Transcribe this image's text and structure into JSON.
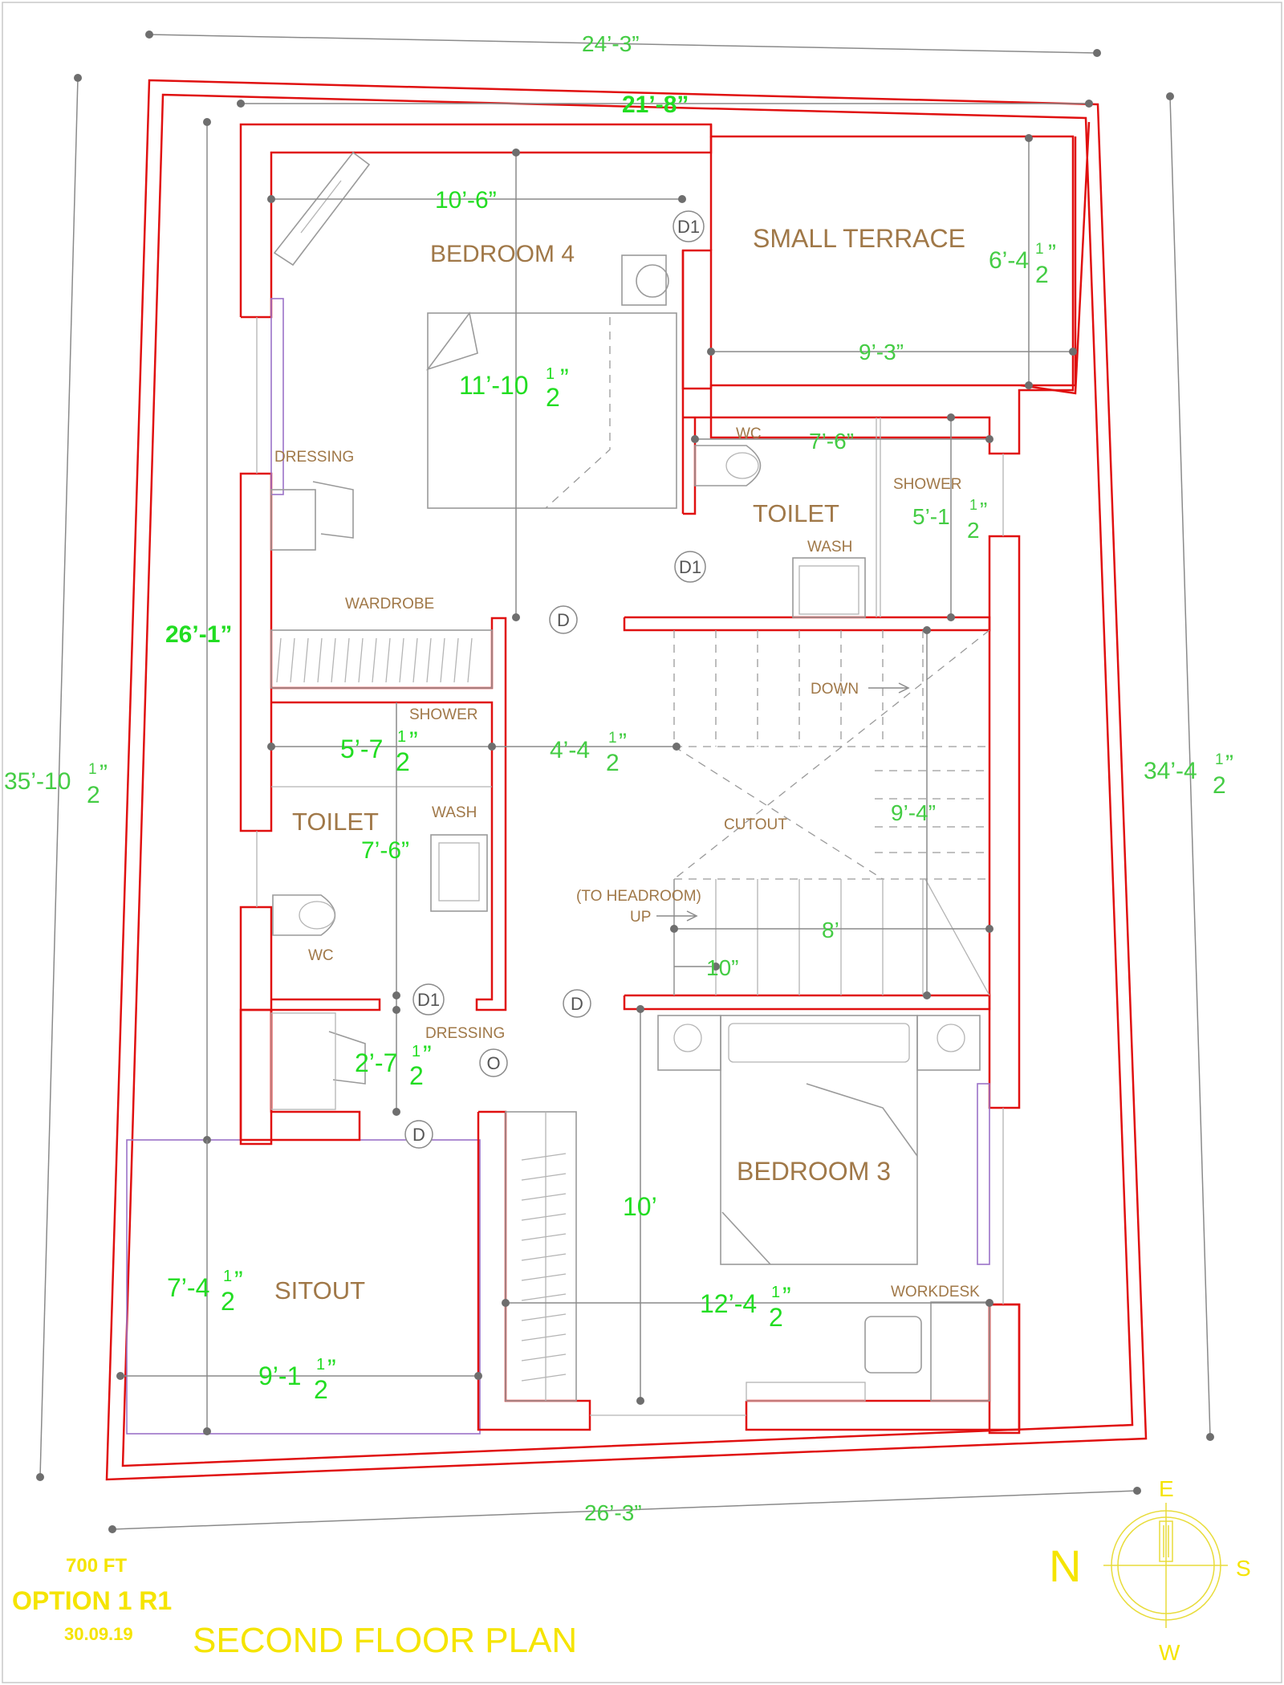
{
  "rooms": {
    "bedroom4": "BEDROOM 4",
    "small_terrace": "SMALL TERRACE",
    "toilet_right": "TOILET",
    "toilet_left": "TOILET",
    "bedroom3": "BEDROOM 3",
    "sitout": "SITOUT"
  },
  "labels": {
    "dressing_top": "DRESSING",
    "wardrobe": "WARDROBE",
    "shower_left": "SHOWER",
    "wash_left": "WASH",
    "wc_left": "WC",
    "dressing_bottom": "DRESSING",
    "wc_right": "WC",
    "shower_right": "SHOWER",
    "wash_right": "WASH",
    "down": "DOWN",
    "cutout": "CUTOUT",
    "to_headroom": "(TO HEADROOM)",
    "up": "UP",
    "workdesk": "WORKDESK"
  },
  "doors": {
    "d1_top": "D1",
    "d1_mid": "D1",
    "d_hall_left": "D",
    "d1_left": "D1",
    "d_hall_right": "D",
    "o_dressing": "O",
    "d_bottom": "D"
  },
  "dimensions": {
    "top_outer": "24’-3”",
    "top_inner": "21’-8”",
    "bedroom4_width": "10’-6”",
    "bedroom4_depth": "11’-10",
    "terrace_depth": "6’-4",
    "terrace_width": "9’-3”",
    "toilet_right_width": "7’-6”",
    "toilet_right_depth": "5’-1",
    "left_inner": "26’-1”",
    "left_outer": "35’-10",
    "right_outer": "34’-4",
    "toilet_left_width": "5’-7",
    "hall_width": "4’-4",
    "toilet_left_depth": "7’-6”",
    "stair_depth": "9’-4”",
    "stair_width": "8’",
    "tread": "10”",
    "dressing_depth": "2’-7",
    "bedroom3_depth": "10’",
    "bedroom3_width": "12’-4",
    "sitout_depth": "7’-4",
    "sitout_width": "9’-1",
    "bottom_outer": "26’-3”",
    "fraction_num": "1",
    "fraction_den": "2",
    "fraction_quote": "”"
  },
  "title_block": {
    "area": "700 FT",
    "option": "OPTION 1 R1",
    "date": "30.09.19",
    "title": "SECOND FLOOR PLAN"
  },
  "compass": {
    "n": "N",
    "e": "E",
    "s": "S",
    "w": "W"
  },
  "colors": {
    "walls": "#e01010",
    "dimensions": "#22dd22",
    "room_text": "#a07848",
    "title_text": "#f5e400"
  }
}
